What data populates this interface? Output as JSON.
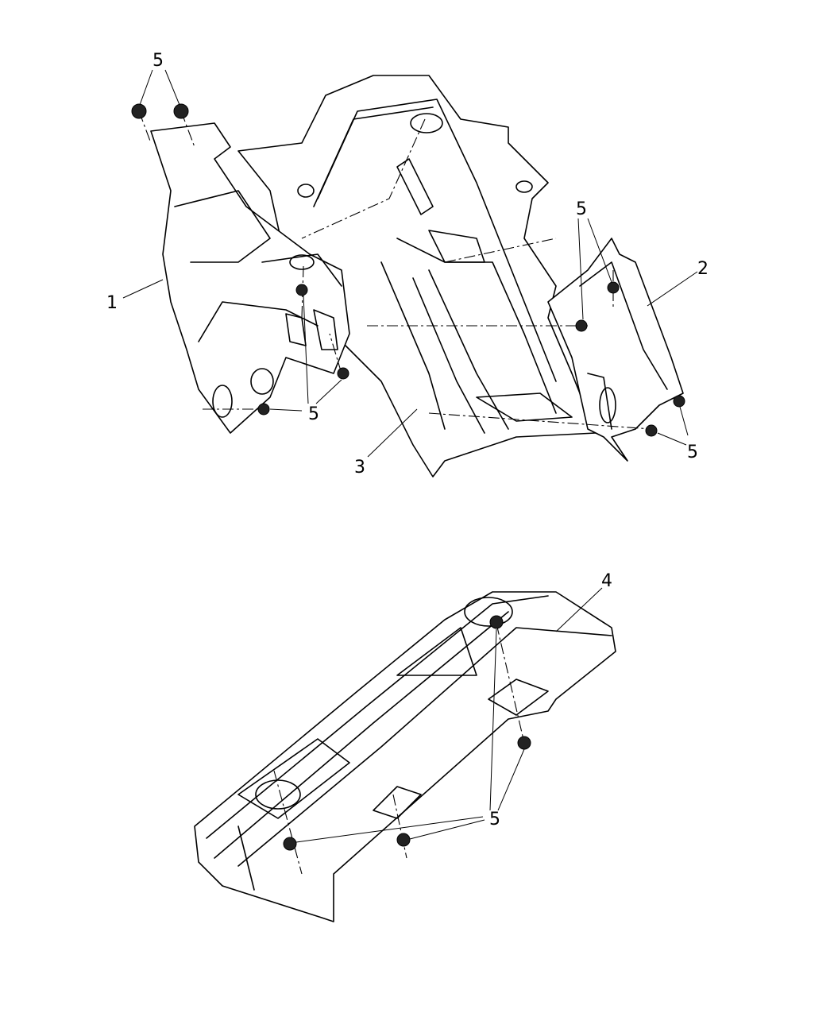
{
  "diagram": {
    "title": "Heat shields - exhaust",
    "callouts": {
      "shield_front": "1",
      "shield_rear_right": "2",
      "floor_pan": "3",
      "shield_center": "4",
      "nut_top_left": "5",
      "nut_mid_left": "5",
      "nut_top_right": "5",
      "nut_bottom_right": "5",
      "nut_lower_shield": "5"
    }
  }
}
